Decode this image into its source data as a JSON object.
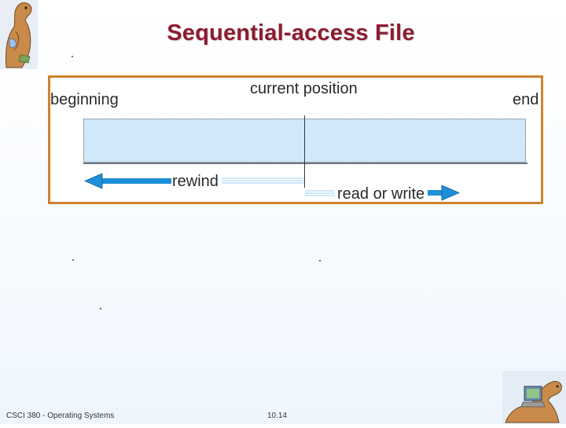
{
  "slide": {
    "title": "Sequential-access File",
    "footer_left": "CSCI 380 - Operating Systems",
    "page_number": "10.14"
  },
  "diagram": {
    "labels": {
      "beginning": "beginning",
      "current_position": "current position",
      "end": "end",
      "rewind": "rewind",
      "read_or_write": "read or write"
    },
    "colors": {
      "frame": "#d1812f",
      "file_fill": "#cce7f9",
      "arrow": "#1e8fd8",
      "title": "#8e1c2f"
    }
  },
  "icons": {
    "top_logo": "dinosaur-logo-icon",
    "bottom_logo": "dinosaur-computer-logo-icon"
  }
}
